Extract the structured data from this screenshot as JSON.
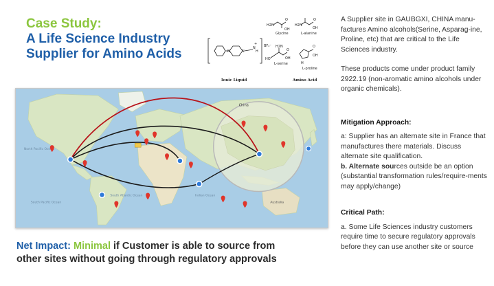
{
  "title": {
    "line1": "Case Study:",
    "line2": "A Life Science Industry",
    "line3": "Supplier for Amino Acids"
  },
  "chemistry": {
    "labels": {
      "bf4": "BF₄⁻",
      "glycine": "Glycine",
      "alanine": "L-alanine",
      "serine": "L-serine",
      "proline": "L-proline",
      "ionic_liquid": "Ionic Liquid",
      "amino_acid": "Amino Acid"
    }
  },
  "map": {
    "labels": {
      "china": "China",
      "pacific": "North Pacific Ocean",
      "south_pacific": "South Pacific Ocean",
      "south_atlantic": "South Atlantic Ocean",
      "indian": "Indian Ocean",
      "australia": "Australia"
    },
    "colors": {
      "water": "#a9cde6",
      "land": "#d9e6c3",
      "desert": "#ece4c8",
      "red_route": "#b8141a",
      "black_route": "#1b1b1b",
      "pin": "#e0352b",
      "hub": "#2e7ad9"
    }
  },
  "net_impact": {
    "label": "Net Impact:",
    "highlight": "Minimal",
    "rest": " if Customer is able to source from other sites without going through regulatory approvals"
  },
  "right": {
    "para1": "A Supplier site in GAUBGXI, CHINA manu-factures Amino alcohols(Serine, Asparag-ine, Proline, etc) that are critical to the Life Sciences industry.",
    "para2": "These products come under product family 2922.19 (non-aromatic amino alcohols under organic chemicals).",
    "mitigation": {
      "heading": "Mitigation Approach:",
      "a": "a: Supplier has an alternate site in France that manufactures there materials. Discuss alternate site qualification.",
      "b_label": "b. Alternate sou",
      "b_rest": "rces outside be an option (substantial transformation rules/require-ments may apply/change)"
    },
    "critical": {
      "heading": "Critical Path:",
      "a": "a. Some Life Sciences industry customers require time to secure regulatory approvals before they can use another site or source"
    }
  }
}
